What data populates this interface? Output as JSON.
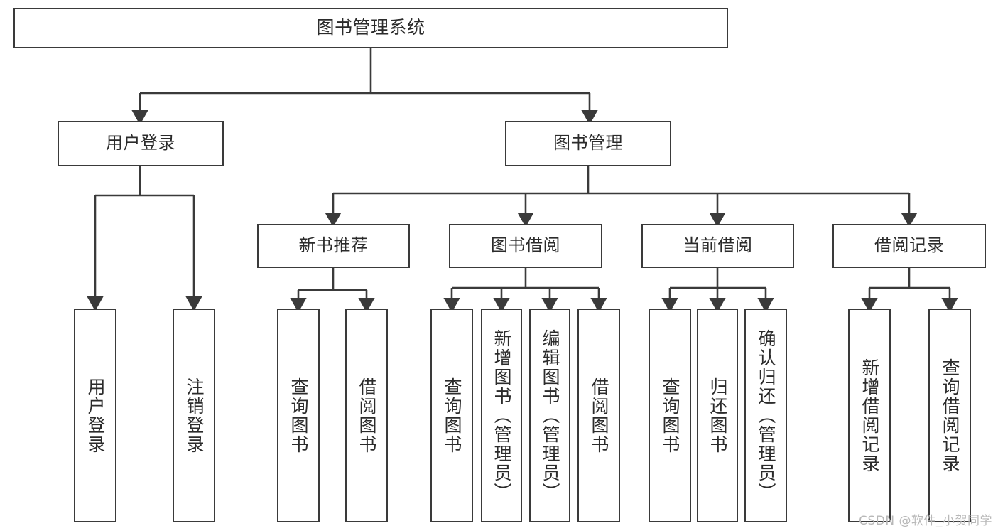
{
  "diagram": {
    "title": "图书管理系统",
    "type": "hierarchy-tree",
    "watermark": "CSDN @软件_小贺同学",
    "colors": {
      "box_border": "#3a3a3a",
      "box_fill": "#ffffff",
      "line": "#3a3a3a",
      "text": "#2b2b2b",
      "watermark": "#b8b8b8",
      "background": "#ffffff"
    },
    "levels": {
      "level1": [
        {
          "id": "root",
          "label": "图书管理系统"
        }
      ],
      "level2": [
        {
          "id": "user-login",
          "label": "用户登录"
        },
        {
          "id": "book-manage",
          "label": "图书管理"
        }
      ],
      "level3": [
        {
          "id": "new-book-recommend",
          "label": "新书推荐"
        },
        {
          "id": "book-borrow",
          "label": "图书借阅"
        },
        {
          "id": "current-borrow",
          "label": "当前借阅"
        },
        {
          "id": "borrow-record",
          "label": "借阅记录"
        }
      ],
      "level4": [
        {
          "id": "leaf-user-login",
          "label": "用户登录",
          "parent": "user-login"
        },
        {
          "id": "leaf-logout",
          "label": "注销登录",
          "parent": "user-login"
        },
        {
          "id": "leaf-query-book-1",
          "label": "查询图书",
          "parent": "new-book-recommend"
        },
        {
          "id": "leaf-borrow-book-1",
          "label": "借阅图书",
          "parent": "new-book-recommend"
        },
        {
          "id": "leaf-query-book-2",
          "label": "查询图书",
          "parent": "book-borrow"
        },
        {
          "id": "leaf-add-book",
          "label": "新增图书（管理员）",
          "parent": "book-borrow"
        },
        {
          "id": "leaf-edit-book",
          "label": "编辑图书（管理员）",
          "parent": "book-borrow"
        },
        {
          "id": "leaf-borrow-book-2",
          "label": "借阅图书",
          "parent": "book-borrow"
        },
        {
          "id": "leaf-query-book-3",
          "label": "查询图书",
          "parent": "current-borrow"
        },
        {
          "id": "leaf-return-book",
          "label": "归还图书",
          "parent": "current-borrow"
        },
        {
          "id": "leaf-confirm-return",
          "label": "确认归还（管理员）",
          "parent": "current-borrow"
        },
        {
          "id": "leaf-add-record",
          "label": "新增借阅记录",
          "parent": "borrow-record"
        },
        {
          "id": "leaf-query-record",
          "label": "查询借阅记录",
          "parent": "borrow-record"
        }
      ]
    }
  }
}
